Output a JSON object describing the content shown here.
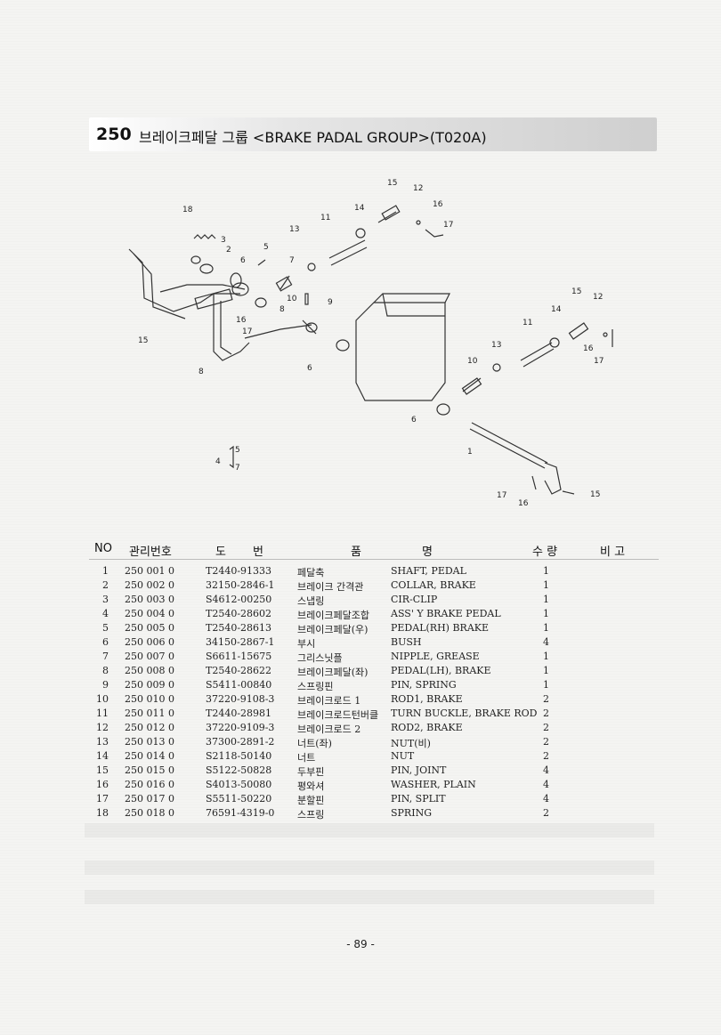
{
  "section": {
    "number": "250",
    "title": "브레이크페달 그룹 <BRAKE PADAL GROUP>(T020A)"
  },
  "diagram": {
    "callouts": [
      "1",
      "3",
      "4",
      "5",
      "6",
      "6",
      "6",
      "7",
      "8",
      "8",
      "9",
      "10",
      "10",
      "11",
      "11",
      "12",
      "12",
      "13",
      "13",
      "14",
      "14",
      "15",
      "15",
      "15",
      "16",
      "16",
      "16",
      "17",
      "17",
      "17",
      "18",
      "5",
      "7"
    ]
  },
  "table": {
    "headers": {
      "no": "NO",
      "code": "관리번호",
      "part_no_1": "도",
      "part_no_2": "번",
      "name_1": "품",
      "name_2": "명",
      "qty": "수 량",
      "remarks": "비 고"
    },
    "rows": [
      {
        "no": "1",
        "code": "250 001 0",
        "part_no": "T2440-91333",
        "kor": "페달축",
        "name": "SHAFT, PEDAL",
        "qty": "1"
      },
      {
        "no": "2",
        "code": "250 002 0",
        "part_no": "32150-2846-1",
        "kor": "브레이크 간격관",
        "name": "COLLAR, BRAKE",
        "qty": "1"
      },
      {
        "no": "3",
        "code": "250 003 0",
        "part_no": "S4612-00250",
        "kor": "스냅링",
        "name": "CIR-CLIP",
        "qty": "1"
      },
      {
        "no": "4",
        "code": "250 004 0",
        "part_no": "T2540-28602",
        "kor": "브레이크페달조합",
        "name": "ASS' Y BRAKE PEDAL",
        "qty": "1"
      },
      {
        "no": "5",
        "code": "250 005 0",
        "part_no": "T2540-28613",
        "kor": "브레이크페달(우)",
        "name": "PEDAL(RH) BRAKE",
        "qty": "1"
      },
      {
        "no": "6",
        "code": "250 006 0",
        "part_no": "34150-2867-1",
        "kor": "부시",
        "name": "BUSH",
        "qty": "4"
      },
      {
        "no": "7",
        "code": "250 007 0",
        "part_no": "S6611-15675",
        "kor": "그리스닛플",
        "name": "NIPPLE, GREASE",
        "qty": "1"
      },
      {
        "no": "8",
        "code": "250 008 0",
        "part_no": "T2540-28622",
        "kor": "브레이크페달(좌)",
        "name": "PEDAL(LH), BRAKE",
        "qty": "1"
      },
      {
        "no": "9",
        "code": "250 009 0",
        "part_no": "S5411-00840",
        "kor": "스프링핀",
        "name": "PIN, SPRING",
        "qty": "1"
      },
      {
        "no": "10",
        "code": "250 010 0",
        "part_no": "37220-9108-3",
        "kor": "브레이크로드 1",
        "name": "ROD1, BRAKE",
        "qty": "2"
      },
      {
        "no": "11",
        "code": "250 011 0",
        "part_no": "T2440-28981",
        "kor": "브레이크로드턴버클",
        "name": "TURN BUCKLE, BRAKE ROD",
        "qty": "2"
      },
      {
        "no": "12",
        "code": "250 012 0",
        "part_no": "37220-9109-3",
        "kor": "브레이크로드 2",
        "name": "ROD2, BRAKE",
        "qty": "2"
      },
      {
        "no": "13",
        "code": "250 013 0",
        "part_no": "37300-2891-2",
        "kor": "너트(좌)",
        "name": "NUT(비)",
        "qty": "2"
      },
      {
        "no": "14",
        "code": "250 014 0",
        "part_no": "S2118-50140",
        "kor": "너트",
        "name": "NUT",
        "qty": "2"
      },
      {
        "no": "15",
        "code": "250 015 0",
        "part_no": "S5122-50828",
        "kor": "두부핀",
        "name": "PIN, JOINT",
        "qty": "4"
      },
      {
        "no": "16",
        "code": "250 016 0",
        "part_no": "S4013-50080",
        "kor": "평와셔",
        "name": "WASHER, PLAIN",
        "qty": "4"
      },
      {
        "no": "17",
        "code": "250 017 0",
        "part_no": "S5511-50220",
        "kor": "분할핀",
        "name": "PIN, SPLIT",
        "qty": "4"
      },
      {
        "no": "18",
        "code": "250 018 0",
        "part_no": "76591-4319-0",
        "kor": "스프링",
        "name": "SPRING",
        "qty": "2"
      }
    ]
  },
  "footer": {
    "page_number": "- 89 -"
  }
}
